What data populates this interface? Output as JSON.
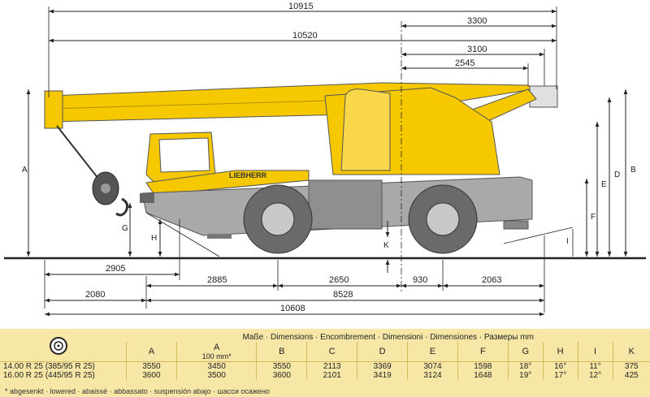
{
  "dimensions": {
    "overall_top": "10915",
    "boom_length": "10520",
    "rear_3300": "3300",
    "rear_3100": "3100",
    "rear_2545": "2545",
    "front_2905": "2905",
    "d_2885": "2885",
    "d_2650": "2650",
    "d_930": "930",
    "d_2063": "2063",
    "d_2080": "2080",
    "d_8528": "8528",
    "d_10608": "10608"
  },
  "labels": {
    "A": "A",
    "B": "B",
    "D": "D",
    "E": "E",
    "F": "F",
    "G": "G",
    "H": "H",
    "K": "K",
    "I": "I"
  },
  "branding": {
    "name": "LIEBHERR"
  },
  "table": {
    "title": "Maße · Dimensions · Encombrement · Dimensioni · Dimensiones · Размеры mm",
    "columns": [
      {
        "label": "A",
        "sub": ""
      },
      {
        "label": "A",
        "sub": "100 mm*"
      },
      {
        "label": "B",
        "sub": ""
      },
      {
        "label": "C",
        "sub": ""
      },
      {
        "label": "D",
        "sub": ""
      },
      {
        "label": "E",
        "sub": ""
      },
      {
        "label": "F",
        "sub": ""
      },
      {
        "label": "G",
        "sub": ""
      },
      {
        "label": "H",
        "sub": ""
      },
      {
        "label": "I",
        "sub": ""
      },
      {
        "label": "K",
        "sub": ""
      }
    ],
    "rows": [
      {
        "tire": "14.00 R 25 (385/95 R 25)",
        "values": [
          "3550",
          "3450",
          "3550",
          "2113",
          "3369",
          "3074",
          "1598",
          "18°",
          "16°",
          "11°",
          "375"
        ]
      },
      {
        "tire": "16.00 R 25 (445/95 R 25)",
        "values": [
          "3600",
          "3500",
          "3600",
          "2101",
          "3419",
          "3124",
          "1648",
          "19°",
          "17°",
          "12°",
          "425"
        ]
      }
    ],
    "footnote": "* abgesenkt · lowered · abaissé · abbassato · suspensión abajo · шасси осажено"
  },
  "colors": {
    "crane_yellow": "#f5c800",
    "chassis_gray": "#9a9a9a",
    "table_bg": "#f7e7a6"
  }
}
